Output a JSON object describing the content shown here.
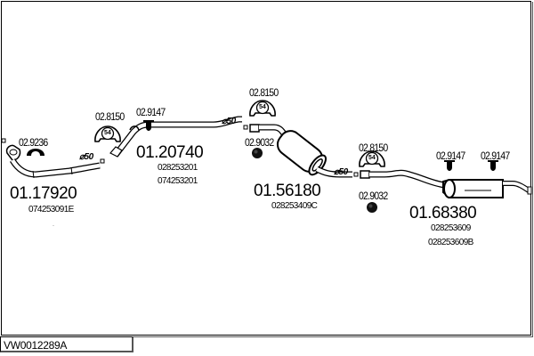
{
  "diagram_code": "VW0012289A",
  "parts": [
    {
      "part_no": "01.17920",
      "oe_refs": [
        "074253091E"
      ],
      "diameter": "⌀50",
      "name": "front-pipe"
    },
    {
      "part_no": "01.20740",
      "oe_refs": [
        "028253201",
        "074253201"
      ],
      "diameter": "⌀50",
      "name": "intermediate-pipe"
    },
    {
      "part_no": "01.56180",
      "oe_refs": [
        "028253409C"
      ],
      "diameter": "⌀50",
      "name": "middle-silencer"
    },
    {
      "part_no": "01.68380",
      "oe_refs": [
        "028253609",
        "028253609B"
      ],
      "name": "rear-silencer"
    }
  ],
  "accessories": [
    {
      "ref": "02.9236",
      "type": "gasket"
    },
    {
      "ref": "02.8150",
      "type": "rubber-mount",
      "badge": "54"
    },
    {
      "ref": "02.9147",
      "type": "clip"
    },
    {
      "ref": "02.8150",
      "type": "rubber-mount",
      "badge": "54"
    },
    {
      "ref": "02.9032",
      "type": "clamp"
    },
    {
      "ref": "02.8150",
      "type": "rubber-mount",
      "badge": "54"
    },
    {
      "ref": "02.9032",
      "type": "clamp"
    },
    {
      "ref": "02.9147",
      "type": "clip"
    },
    {
      "ref": "02.9147",
      "type": "clip"
    }
  ]
}
